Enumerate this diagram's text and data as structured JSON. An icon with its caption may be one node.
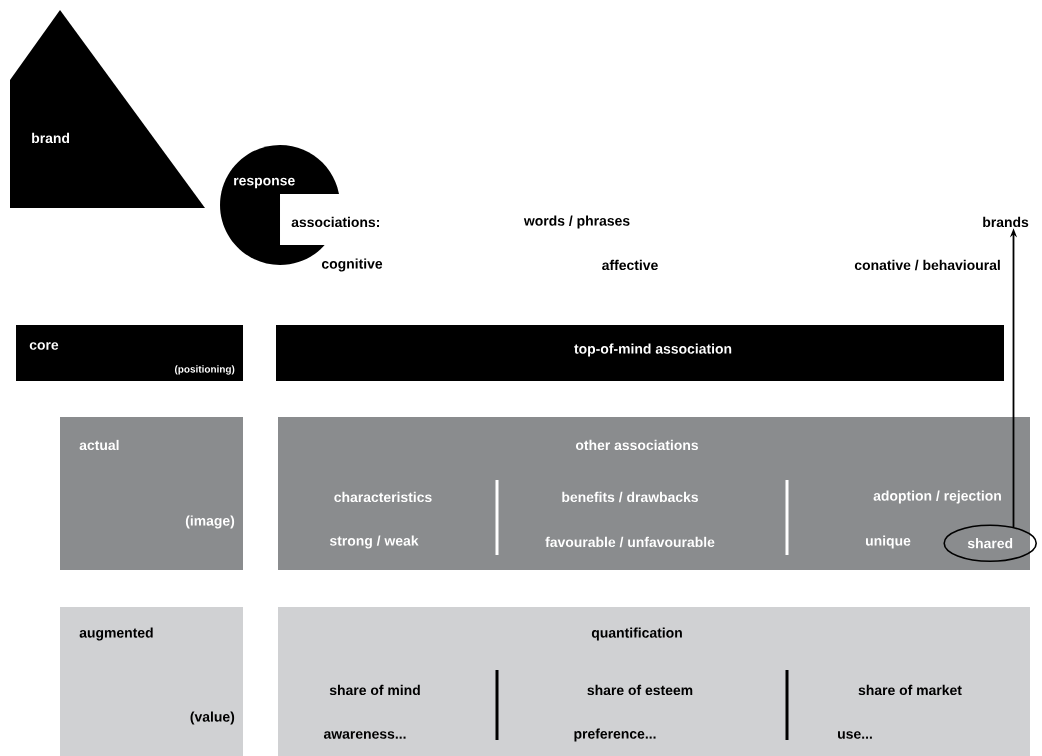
{
  "diagram": {
    "nodes": [
      {
        "text": [
          "brand"
        ]
      },
      {
        "text": [
          "response"
        ]
      },
      {
        "text": [
          "brands"
        ]
      },
      {
        "text": [
          "core",
          "(positioning)"
        ]
      },
      {
        "text": [
          "top-of-mind association"
        ]
      },
      {
        "text": [
          "actual",
          "(image)"
        ]
      },
      {
        "text": [
          "other  associations"
        ]
      },
      {
        "text": [
          "shared"
        ],
        "in": 6
      },
      {
        "text": [
          "augmented",
          "(value)"
        ]
      },
      {
        "text": [
          "quantification"
        ]
      }
    ],
    "edges": [
      {
        "from": 7,
        "to": 2,
        "arrow": "to"
      }
    ],
    "labels": [
      "associations:",
      "words / phrases",
      "cognitive",
      "affective",
      "conative / behavioural",
      "characteristics",
      "benefits / drawbacks",
      "adoption / rejection",
      "strong / weak",
      "favourable / unfavourable",
      "unique",
      "share of mind",
      "share of esteem",
      "share of market",
      "awareness...",
      "preference...",
      "use..."
    ]
  }
}
